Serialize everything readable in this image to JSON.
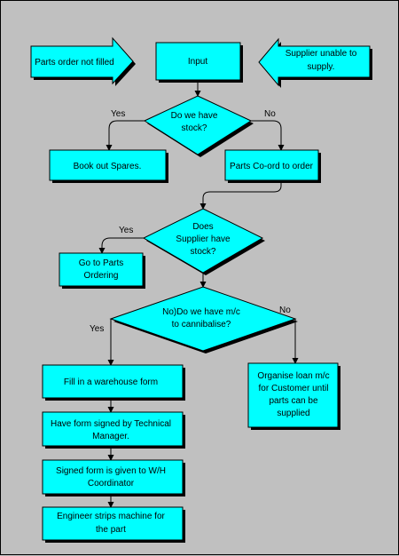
{
  "flow": {
    "parts_order_not_filled": "Parts order not filled",
    "input": "Input",
    "supplier_unable": [
      "Supplier unable to",
      "supply."
    ],
    "do_we_have_stock": [
      "Do we have",
      "stock?"
    ],
    "book_out_spares": "Book out Spares.",
    "parts_coord": "Parts Co-ord to order",
    "does_supplier_have_stock": [
      "Does",
      "Supplier have",
      "stock?"
    ],
    "go_to_parts_ordering": [
      "Go to Parts",
      "Ordering"
    ],
    "cannibalise": [
      "No)Do we have m/c",
      "to cannibalise?"
    ],
    "organise_loan": [
      "Organise loan m/c",
      "for Customer until",
      "parts can be",
      "supplied"
    ],
    "warehouse_form": "Fill in a warehouse form",
    "form_signed": [
      "Have form signed by Technical",
      "Manager."
    ],
    "signed_form_given": [
      "Signed form is given to W/H",
      "Coordinator"
    ],
    "engineer_strips": [
      "Engineer strips machine for",
      "the part"
    ],
    "yes": "Yes",
    "no": "No"
  },
  "colors": {
    "shape_fill": "#00ffff",
    "background": "#c0c0c0"
  }
}
